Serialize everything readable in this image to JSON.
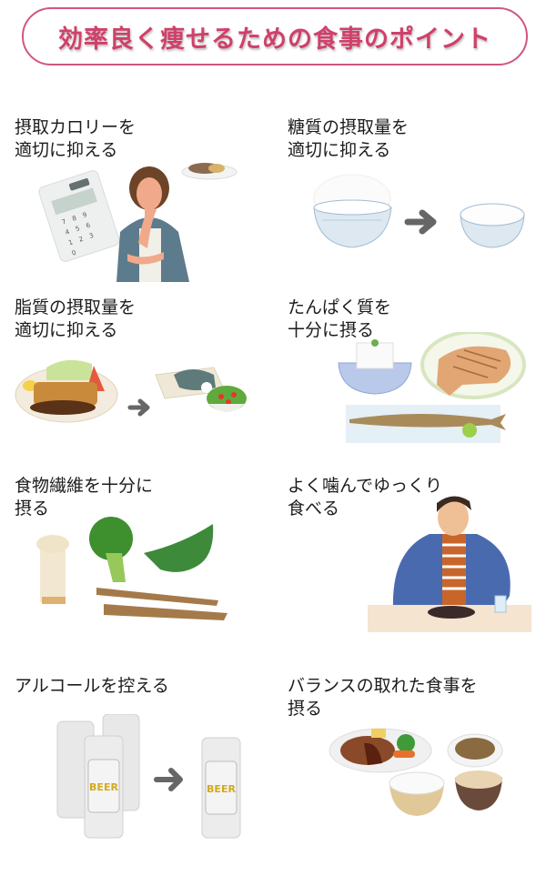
{
  "title": "効率良く痩せるための食事のポイント",
  "colors": {
    "banner_border": "#d2567a",
    "banner_text": "#d0406a",
    "arrow": "#666666"
  },
  "points": [
    {
      "title": "摂取カロリーを適切に抑える",
      "lines": [
        "摂取カロリーを",
        "適切に抑える"
      ],
      "illustration": "woman-thinking-with-calculator-and-curry"
    },
    {
      "title": "糖質の摂取量を適切に抑える",
      "lines": [
        "糖質の摂取量を",
        "適切に抑える"
      ],
      "illustration": "large-rice-bowl-to-small-rice-bowl"
    },
    {
      "title": "脂質の摂取量を適切に抑える",
      "lines": [
        "脂質の摂取量を",
        "適切に抑える"
      ],
      "illustration": "tonkatsu-to-grilled-fish-and-salad"
    },
    {
      "title": "たんぱく質を十分に摂る",
      "lines": [
        "たんぱく質を",
        "十分に摂る"
      ],
      "illustration": "tofu-chicken-and-saury"
    },
    {
      "title": "食物繊維を十分に摂る",
      "lines": [
        "食物繊維を十分に",
        "摂る"
      ],
      "illustration": "enoki-broccoli-kale-burdock"
    },
    {
      "title": "よく噛んでゆっくり食べる",
      "lines": [
        "よく噛んでゆっくり",
        "食べる"
      ],
      "illustration": "man-eating-slowly"
    },
    {
      "title": "アルコールを控える",
      "lines": [
        "アルコールを控える"
      ],
      "illustration": "three-beer-cans-to-one"
    },
    {
      "title": "バランスの取れた食事を摂る",
      "lines": [
        "バランスの取れた食事を",
        "摂る"
      ],
      "illustration": "balanced-meal-set"
    }
  ],
  "beer_label": "BEER",
  "calculator_keys": [
    "7",
    "8",
    "9",
    "4",
    "5",
    "6",
    "1",
    "2",
    "3",
    "0"
  ]
}
